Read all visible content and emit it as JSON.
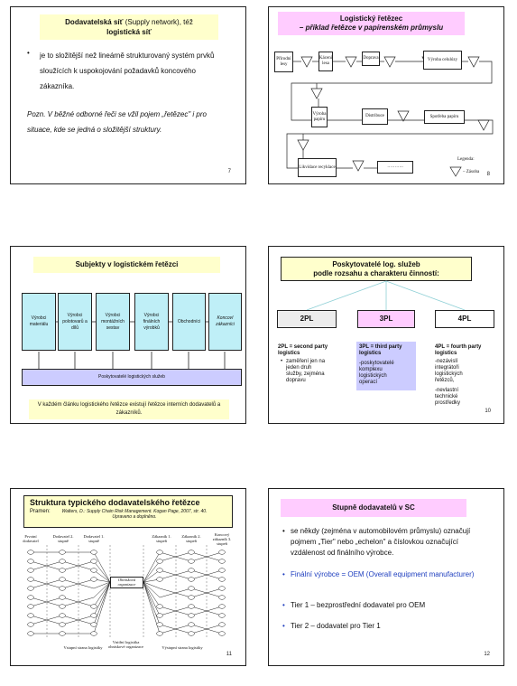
{
  "slide7": {
    "title_bold": "Dodavatelská síť",
    "title_rest": " (Supply network), též",
    "title_line2": "logistická síť",
    "bullet": "je to složitější než lineárně strukturovaný systém prvků sloužících k uspokojování  požadavků koncového zákazníka.",
    "note_line1": "Pozn. V běžné odborné řeči se vžil pojem „řetězec\" i pro",
    "note_line2": "situace, kde se jedná o složitější struktury.",
    "page": "7"
  },
  "slide8": {
    "title": "Logistický řetězec",
    "subtitle": "– příklad řetězce v papírenském průmyslu",
    "boxes": [
      "Přírodní lesy",
      "Kácení lesa",
      "Doprava",
      "Výroba celulózy",
      "Výroba papíru",
      "Distribuce",
      "Spotřeba papíru",
      "Likvidace recyklace",
      "……….."
    ],
    "legend_title": "Legenda:",
    "legend_item": "– Zásoba",
    "page": "8"
  },
  "slide9": {
    "title": "Subjekty v logistickém řetězci",
    "columns": [
      "Výrobci materiálu",
      "Výrobci polotovarů a dílů",
      "Výrobci montážních sestav",
      "Výrobci finálních výrobků",
      "Obchodníci",
      "Koncoví zákazníci"
    ],
    "provider_bar": "Poskytovatelé logistických služeb",
    "footer": "V každém článku logistického řetězce  existují řetězce interních dodavatelů a zákazníků.",
    "colors": {
      "cyan": "#bfeff7",
      "lavender": "#ccccff",
      "yellow": "#ffffcc"
    }
  },
  "slide10": {
    "title_line1": "Poskytovatelé log. služeb",
    "title_line2": "podle rozsahu a charakteru činností:",
    "tiers": [
      {
        "label": "2PL",
        "heading": "2PL = second party logistics",
        "points": [
          "zaměření  jen na  jeden  druh služby, zejména dopravu"
        ]
      },
      {
        "label": "3PL",
        "heading": "3PL = third party logistics",
        "points": [
          "-poskytovatelé komplexu logistických operací"
        ]
      },
      {
        "label": "4PL",
        "heading": "4PL = fourth party logistics",
        "points": [
          "-nezávislí integrátoři logistických řetězců,",
          "-nevlastní technické prostředky"
        ]
      }
    ],
    "page": "10"
  },
  "slide11": {
    "title": "Struktura typického dodavatelského řetězce",
    "source_label": "Pramen:",
    "source_text": "Walters, D.: Supply Chain Risk Management. Kogan Page, 2007, str. 40. Upraveno a doplněno.",
    "col_heads": [
      "Prvotní dodavatel",
      "Dodavatel 2. stupně",
      "Dodavatel 1. stupně",
      "Zákazník 1. stupeň",
      "Zákazník 2. stupeň",
      "Koncový zákazník 3. stupeň"
    ],
    "center_box": "Ohnisková organizace",
    "bottom_left": "Vstupní strana logistiky",
    "bottom_mid": "Vnitřní logistika ohniskové organizace",
    "bottom_right": "Výstupní strana logistiky",
    "page": "11"
  },
  "slide12": {
    "title": "Stupně dodavatelů v SC",
    "bullets": [
      "se někdy (zejména v automobilovém průmyslu) označují pojmem „Tier\" nebo „echelon\" a číslovkou označující vzdálenost od finálního výrobce.",
      "Finální výrobce = OEM (Overall equipment manufacturer)",
      "Tier 1 – bezprostřední dodavatel pro OEM",
      "Tier 2 – dodavatel pro Tier 1"
    ],
    "page": "12"
  }
}
